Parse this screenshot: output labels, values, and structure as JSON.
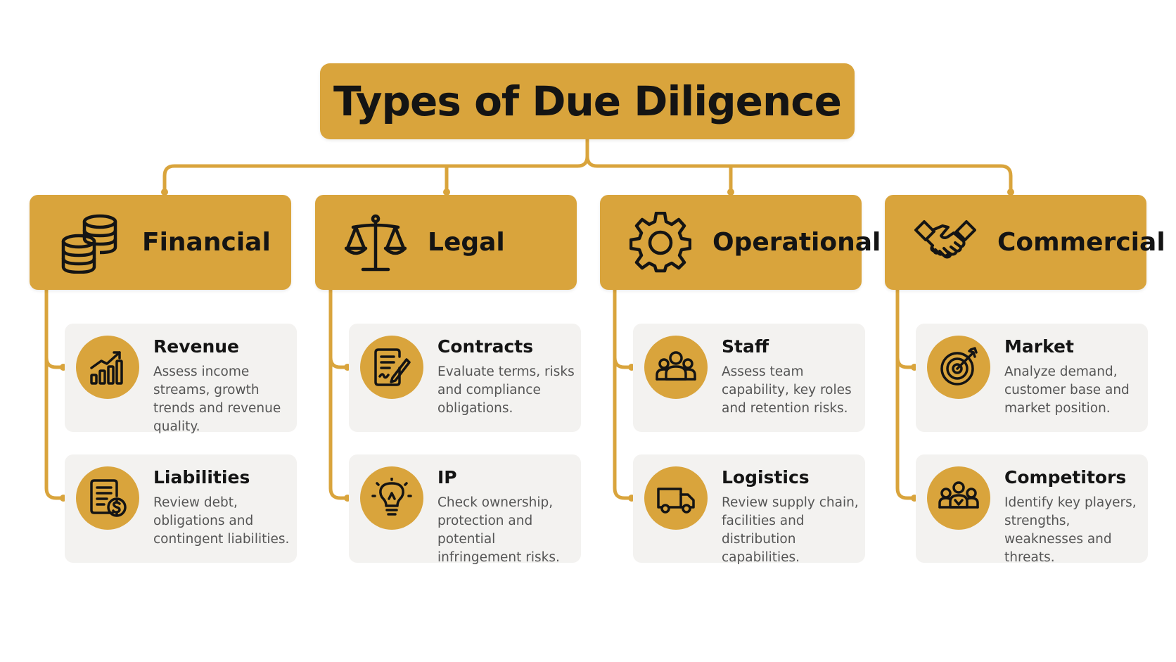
{
  "title": "Types of Due Diligence",
  "colors": {
    "accent": "#d9a43c",
    "card_bg": "#f3f2f0",
    "text_dark": "#141414",
    "text_muted": "#555555"
  },
  "categories": [
    {
      "label": "Financial",
      "icon": "coins-icon",
      "items": [
        {
          "title": "Revenue",
          "description": "Assess income streams, growth trends and revenue quality.",
          "icon": "growth-chart-icon"
        },
        {
          "title": "Liabilities",
          "description": "Review debt, obligations and contingent liabilities.",
          "icon": "invoice-dollar-icon"
        }
      ]
    },
    {
      "label": "Legal",
      "icon": "scales-icon",
      "items": [
        {
          "title": "Contracts",
          "description": "Evaluate terms, risks and compliance obligations.",
          "icon": "contract-pen-icon"
        },
        {
          "title": "IP",
          "description": "Check ownership, protection and potential infringement risks.",
          "icon": "lightbulb-icon"
        }
      ]
    },
    {
      "label": "Operational",
      "icon": "gear-icon",
      "items": [
        {
          "title": "Staff",
          "description": "Assess team capability, key roles and retention risks.",
          "icon": "team-icon"
        },
        {
          "title": "Logistics",
          "description": "Review supply chain, facilities and distribution capabilities.",
          "icon": "truck-icon"
        }
      ]
    },
    {
      "label": "Commercial",
      "icon": "handshake-icon",
      "items": [
        {
          "title": "Market",
          "description": "Analyze demand, customer base and market position.",
          "icon": "target-icon"
        },
        {
          "title": "Competitors",
          "description": "Identify key players, strengths, weaknesses and threats.",
          "icon": "competitors-icon"
        }
      ]
    }
  ]
}
